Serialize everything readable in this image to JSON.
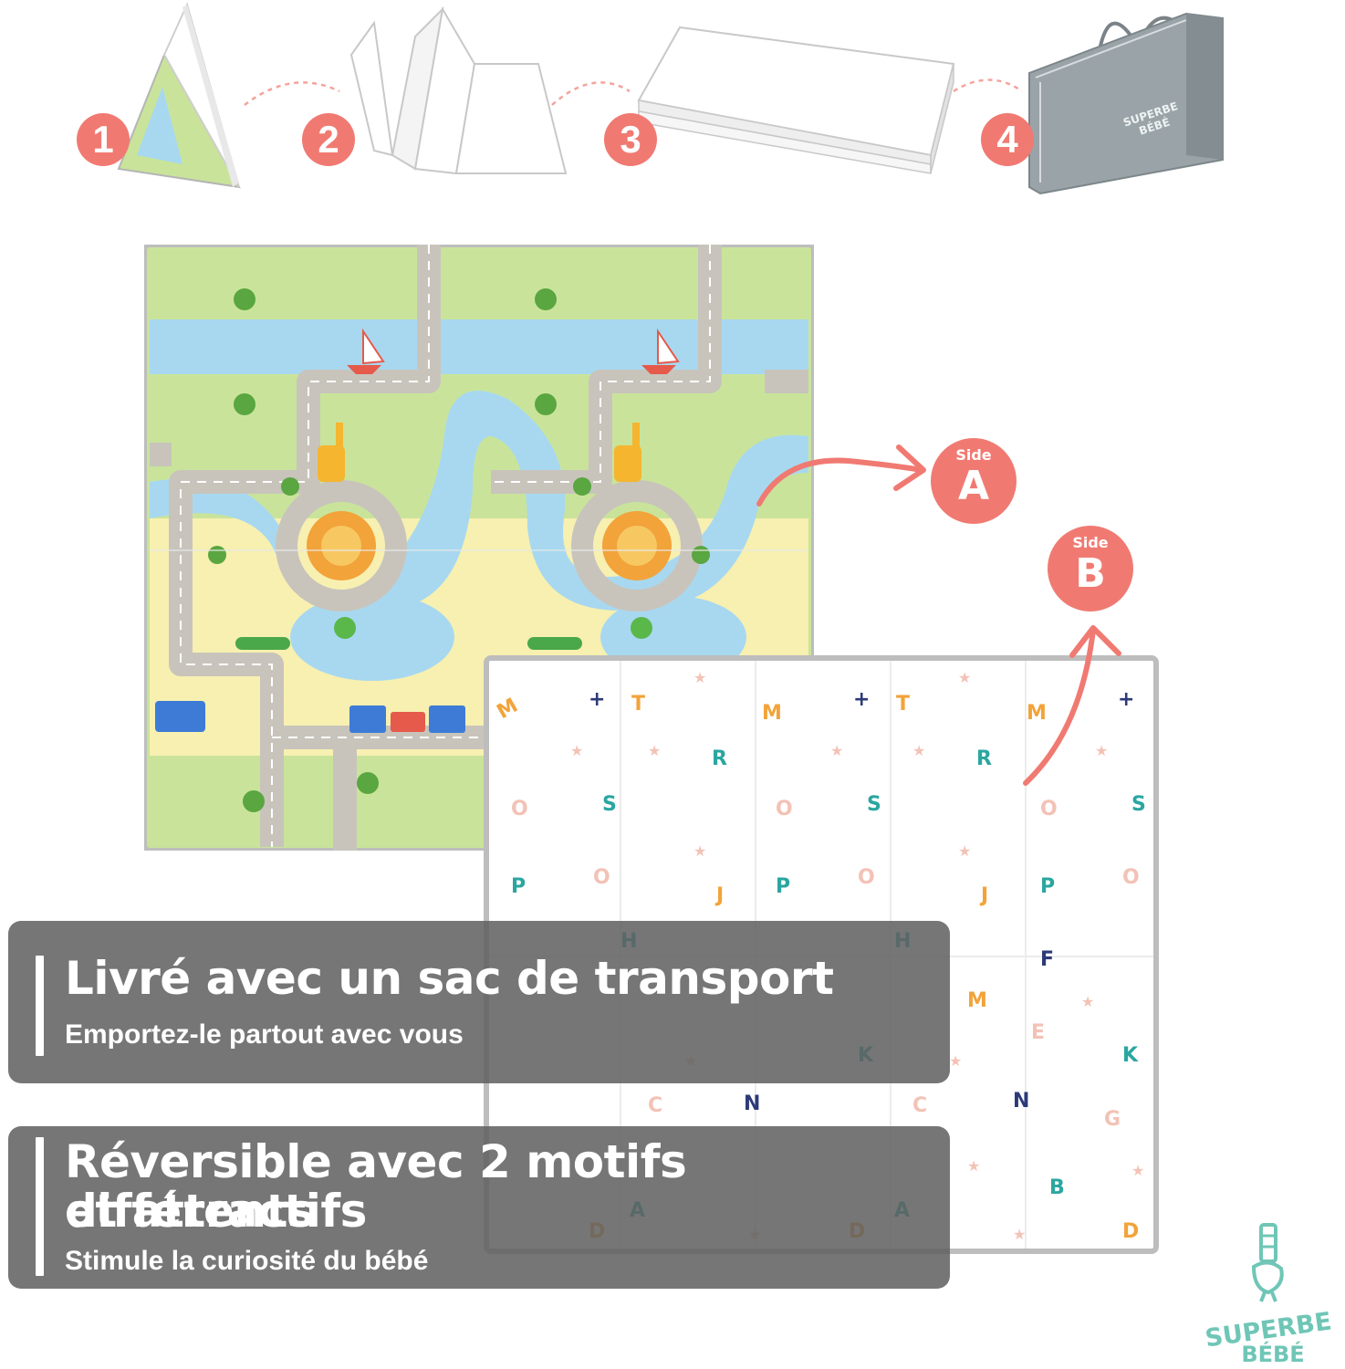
{
  "steps": [
    {
      "number": "1"
    },
    {
      "number": "2"
    },
    {
      "number": "3"
    },
    {
      "number": "4"
    }
  ],
  "bag": {
    "brand_line1": "SUPERBE",
    "brand_line2": "BÉBÉ"
  },
  "side_a": {
    "label": "Side",
    "letter": "A"
  },
  "side_b": {
    "label": "Side",
    "letter": "B"
  },
  "banner1": {
    "title": "Livré avec un sac de transport",
    "subtitle": "Emportez-le partout avec vous"
  },
  "banner2": {
    "title_line1": "Réversible avec 2 motifs différents",
    "title_line2": "et attractifs",
    "subtitle": "Stimule la curiosité du bébé"
  },
  "logo": {
    "line1": "SUPERBE",
    "line2": "BÉBÉ"
  },
  "colors": {
    "accent": "#f07a72",
    "logo": "#6fc6b6",
    "grass": "#c9e49a",
    "water": "#a8d8f0",
    "road": "#c8c4bc",
    "sand": "#f7f0b0"
  }
}
